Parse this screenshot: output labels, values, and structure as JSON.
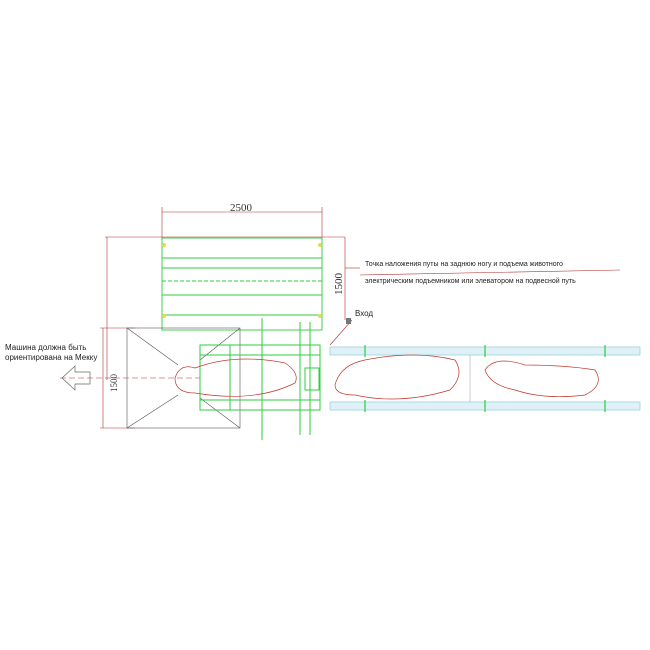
{
  "labels": {
    "orientation_line1": "Машина должна быть",
    "orientation_line2": "ориентирована на Мекку",
    "annotation_line1": "Точка наложения путы на заднюю ногу и подъема животного",
    "annotation_line2": "электрическим подъемником или элеватором на подвесной путь",
    "entrance": "Вход"
  },
  "dimensions": {
    "width_top": "2500",
    "height_right": "1500",
    "height_left": "1500"
  },
  "colors": {
    "frame": "#2ecc40",
    "animal": "#c0392b",
    "dimension": "#b03030",
    "rail": "#7fc8d8"
  }
}
